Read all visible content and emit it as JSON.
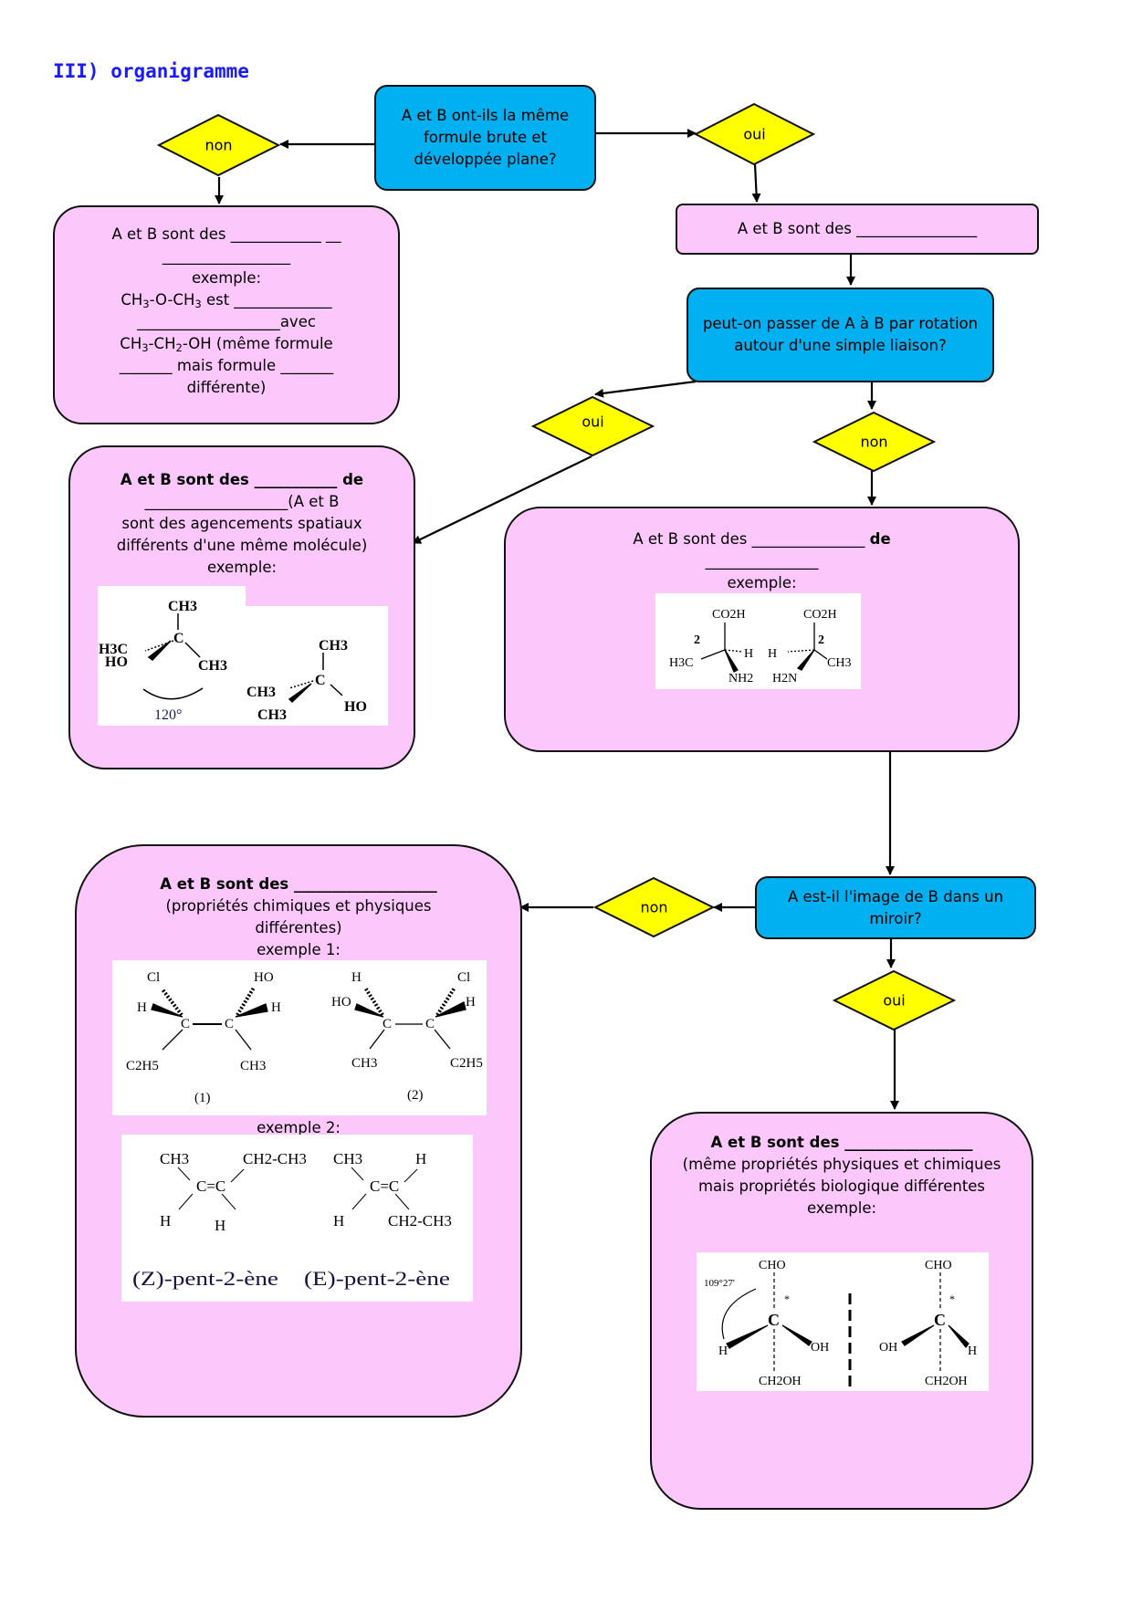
{
  "title": "III) organigramme",
  "colors": {
    "question": "#00b0f0",
    "result": "#fcc8fc",
    "decision": "#ffff00",
    "title": "#1a1aff"
  },
  "q1": {
    "text": "A et B ont-ils la même formule brute et développée plane?"
  },
  "d1_non": "non",
  "d1_oui": "oui",
  "r_isomeres": {
    "line1": "A et B sont des ____________ __",
    "line2": "_________________",
    "line3": "exemple:",
    "line4_a": "CH",
    "line4_sub1": "3",
    "line4_b": "-O-CH",
    "line4_sub2": "3",
    "line4_c": " est _____________",
    "line5": "___________________avec",
    "line6_a": "CH",
    "line6_sub1": "3",
    "line6_b": "-CH",
    "line6_sub2": "2",
    "line6_c": "-OH (même formule",
    "line7": "_______ mais formule _______",
    "line8": "différente)"
  },
  "r_stereo": {
    "text": "A et B sont des ________________"
  },
  "q2": {
    "text": "peut-on passer de A à B par rotation autour d'une simple liaison?"
  },
  "d2_oui": "oui",
  "d2_non": "non",
  "r_conformation": {
    "line1_a": "A et B sont des ___________ ",
    "line1_b": "de",
    "line2": "___________________(A et B",
    "line3": "sont des agencements spatiaux",
    "line4": "différents d'une même molécule)",
    "line5": "exemple:",
    "mol": {
      "top": "CH3",
      "left1": "H3C",
      "left2": "HO",
      "right": "CH3",
      "center": "C",
      "angle": "120°",
      "b_top": "CH3",
      "b_left1": "CH3",
      "b_left2": "CH3",
      "b_right": "HO",
      "b_center": "C"
    }
  },
  "r_configuration": {
    "line1_a": "A et B sont des _______________ ",
    "line1_b": "de",
    "line2": "_______________",
    "line3": "exemple:",
    "mol": {
      "top": "CO2H",
      "num": "2",
      "left": "H3C",
      "right": "H",
      "bottom": "NH2",
      "b_top": "CO2H",
      "b_num": "2",
      "b_left": "H",
      "b_right": "CH3",
      "b_bottom": "H2N"
    }
  },
  "q3": {
    "text": "A est-il l'image de B dans un miroir?"
  },
  "d3_non": "non",
  "d3_oui": "oui",
  "r_diastereo": {
    "line1_a": "A et B sont des ___________________",
    "line2": "(propriétés chimiques et physiques",
    "line3": "différentes)",
    "line4": "exemple 1:",
    "ex1": {
      "m1": {
        "cl": "Cl",
        "h1": "H",
        "ho": "HO",
        "h2": "H",
        "c": "C",
        "c2h5": "C2H5",
        "ch3": "CH3",
        "label": "(1)"
      },
      "m2": {
        "h1": "H",
        "ho": "HO",
        "cl": "Cl",
        "h2": "H",
        "c": "C",
        "ch3": "CH3",
        "c2h5": "C2H5",
        "label": "(2)"
      }
    },
    "line5": "exemple 2:",
    "ex2": {
      "z": {
        "ch3": "CH3",
        "et": "CH2-CH3",
        "cc": "C=C",
        "h1": "H",
        "h2": "H",
        "name": "(Z)-pent-2-ène"
      },
      "e": {
        "ch3": "CH3",
        "h1": "H",
        "cc": "C=C",
        "h2": "H",
        "et": "CH2-CH3",
        "name": "(E)-pent-2-ène"
      }
    }
  },
  "r_enantio": {
    "line1_a": "A et B sont des _________________",
    "line2": "(même propriétés physiques et chimiques",
    "line3": "mais propriétés biologique différentes",
    "line4": "exemple:",
    "mol": {
      "cho": "CHO",
      "angle": "109°27'",
      "star": "*",
      "c": "C",
      "h": "H",
      "oh": "OH",
      "ch2oh": "CH2OH"
    }
  }
}
